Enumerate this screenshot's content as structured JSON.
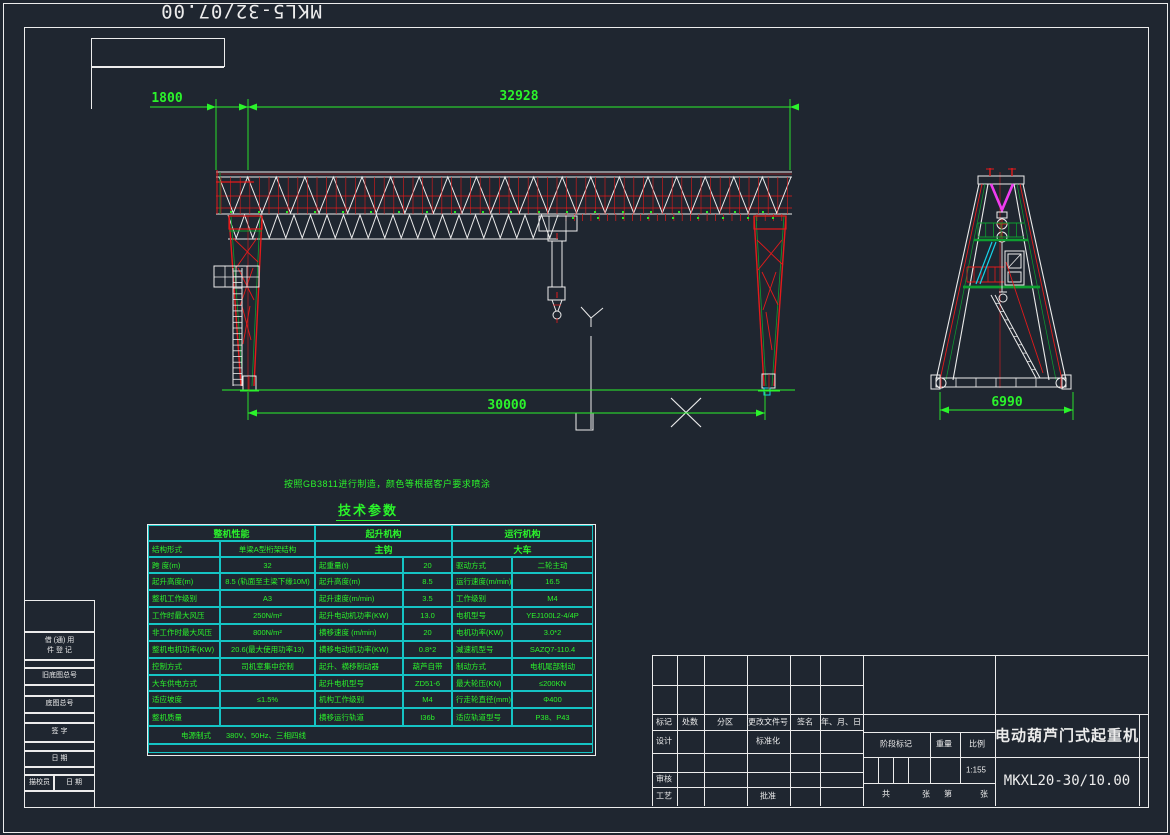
{
  "palette": {
    "background": "#1f2630",
    "line_white": "#ececec",
    "cad_green": "#2bf32b",
    "cad_red": "#e31b1b",
    "cad_cyan": "#17d3e8",
    "cad_magenta": "#f03cf0",
    "dark_green": "#0e9e30",
    "table_grid": "#15c4c4"
  },
  "header": {
    "rotated_code": "MKL5-32/07.00"
  },
  "notes": {
    "manufacture": "按照GB3811进行制造，颜色等根据客户要求喷涂",
    "spec_title": "技术参数"
  },
  "dimensions": {
    "cantilever": "1800",
    "overall_length": "32928",
    "span": "30000",
    "base_width": "6990"
  },
  "spec_table": {
    "groups": [
      "整机性能",
      "起升机构",
      "运行机构"
    ],
    "subrow": [
      "结构形式",
      "单梁A型桁架结构",
      "主钩",
      "大车"
    ],
    "rows": [
      [
        "跨    度(m)",
        "32",
        "起重量(t)",
        "20",
        "驱动方式",
        "二轮主动"
      ],
      [
        "起升高度(m)",
        "8.5 (轨面至主梁下缘10M)",
        "起升高度(m)",
        "8.5",
        "运行速度(m/min)",
        "16.5"
      ],
      [
        "整机工作级别",
        "A3",
        "起升速度(m/min)",
        "3.5",
        "工作级别",
        "M4"
      ],
      [
        "工作时最大风压",
        "250N/m²",
        "起升电动机功率(KW)",
        "13.0",
        "电机型号",
        "YEJ100L2-4/4P"
      ],
      [
        "非工作时最大风压",
        "800N/m²",
        "横移速度 (m/min)",
        "20",
        "电机功率(KW)",
        "3.0*2"
      ],
      [
        "整机电机功率(KW)",
        "20.6(最大使用功率13)",
        "横移电动机功率(KW)",
        "0.8*2",
        "减速机型号",
        "SAZQ7-110.4"
      ],
      [
        "控制方式",
        "司机室集中控制",
        "起升、横移制动器",
        "葫芦自带",
        "制动方式",
        "电机尾部制动"
      ],
      [
        "大车供电方式",
        "",
        "起升电机型号",
        "ZD51-6",
        "最大轮压(KN)",
        "≤200KN"
      ],
      [
        "适应坡度",
        "≤1.5%",
        "机构工作级别",
        "M4",
        "行走轮直径(mm)",
        "Φ400"
      ],
      [
        "整机质量",
        "",
        "横移运行轨道",
        "I36b",
        "适应轨道型号",
        "P38、P43"
      ]
    ],
    "power_label": "电源制式",
    "power_value": "380V、50Hz、三相四线"
  },
  "left_block": {
    "register": "借 (通) 用\n件 登 记",
    "old_master_no": "旧底图总号",
    "master_no": "底图总号",
    "signature": "签  字",
    "date": "日  期",
    "tracer": "描校员",
    "tracer_date": "日 期"
  },
  "title_block": {
    "rev_headers": [
      "标记",
      "处数",
      "分区",
      "更改文件号",
      "签名",
      "年、月、日"
    ],
    "design": "设计",
    "standardize": "标准化",
    "audit": "审核",
    "process": "工艺",
    "approve": "批准",
    "stage": "阶段标记",
    "weight": "重量",
    "scale_label": "比例",
    "scale_value": "1:155",
    "sheet": [
      "共",
      "张",
      "第",
      "张"
    ],
    "product": "电动葫芦门式起重机",
    "model": "MKXL20-30/10.00"
  }
}
